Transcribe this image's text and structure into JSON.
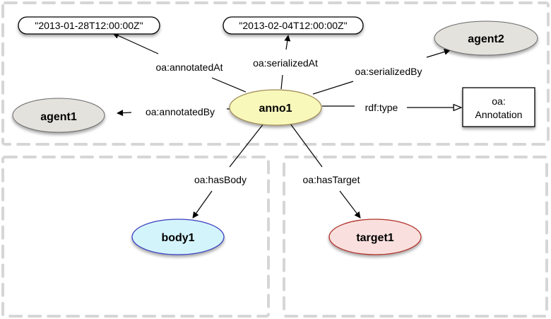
{
  "title": "Open Annotation model diagram",
  "colors": {
    "anno_fill": "#f8f8bb",
    "anno_stroke": "#a08a55",
    "agent_fill": "#e4e2dd",
    "agent_stroke": "#6a6a6a",
    "body_fill": "#d4f4fb",
    "body_stroke": "#3a3fc0",
    "target_fill": "#f9e0de",
    "target_stroke": "#b0302a",
    "region_stroke": "#d6d6d6"
  },
  "nodes": {
    "anno1": {
      "label": "anno1",
      "kind": "resource"
    },
    "agent1": {
      "label": "agent1",
      "kind": "resource"
    },
    "agent2": {
      "label": "agent2",
      "kind": "resource"
    },
    "body1": {
      "label": "body1",
      "kind": "resource"
    },
    "target1": {
      "label": "target1",
      "kind": "resource"
    },
    "annotatedAtLiteral": {
      "label": "\"2013-01-28T12:00:00Z\"",
      "kind": "literal"
    },
    "serializedAtLiteral": {
      "label": "\"2013-02-04T12:00:00Z\"",
      "kind": "literal"
    },
    "annotationClass": {
      "label_line1": "oa:",
      "label_line2": "Annotation",
      "kind": "class"
    }
  },
  "edges": {
    "annotatedAt": {
      "label": "oa:annotatedAt",
      "from": "anno1",
      "to": "annotatedAtLiteral"
    },
    "serializedAt": {
      "label": "oa:serializedAt",
      "from": "anno1",
      "to": "serializedAtLiteral"
    },
    "serializedBy": {
      "label": "oa:serializedBy",
      "from": "anno1",
      "to": "agent2"
    },
    "annotatedBy": {
      "label": "oa:annotatedBy",
      "from": "anno1",
      "to": "agent1"
    },
    "type": {
      "label": "rdf:type",
      "from": "anno1",
      "to": "annotationClass"
    },
    "hasBody": {
      "label": "oa:hasBody",
      "from": "anno1",
      "to": "body1"
    },
    "hasTarget": {
      "label": "oa:hasTarget",
      "from": "anno1",
      "to": "target1"
    }
  },
  "regions": [
    "annotation-region",
    "body-region",
    "target-region"
  ]
}
